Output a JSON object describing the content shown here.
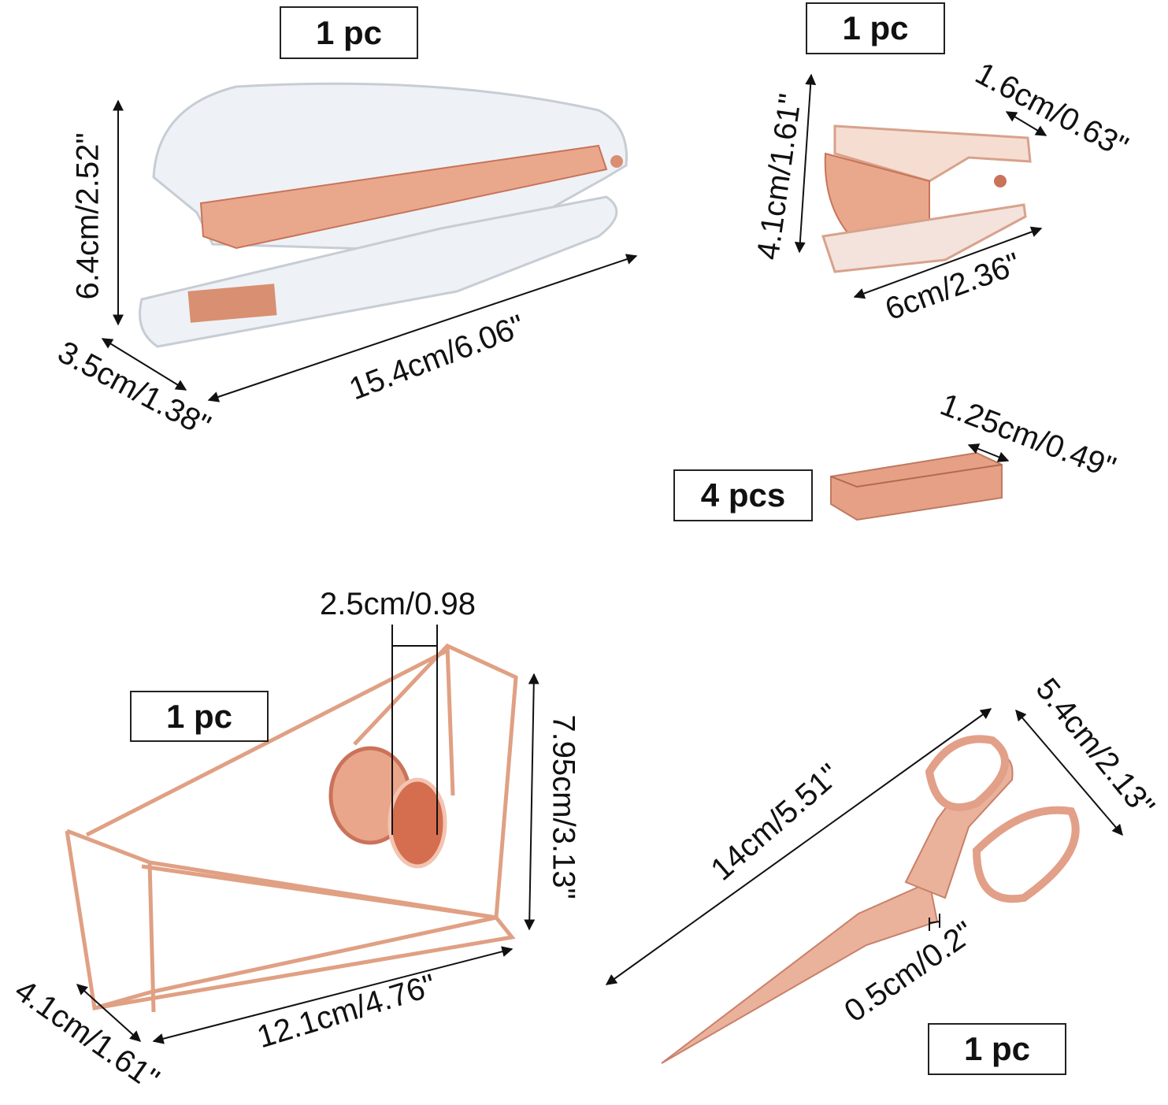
{
  "colors": {
    "rose_gold": "#e9a88c",
    "rose_dark": "#c9735a",
    "clear": "#e6ebf0",
    "line": "#111111"
  },
  "stapler": {
    "quantity": "1 pc",
    "height": "6.4cm/2.52\"",
    "width": "3.5cm/1.38\"",
    "length": "15.4cm/6.06\""
  },
  "remover": {
    "quantity": "1 pc",
    "height": "4.1cm/1.61\"",
    "width": "1.6cm/0.63\"",
    "length": "6cm/2.36\""
  },
  "staples": {
    "quantity": "4 pcs",
    "width": "1.25cm/0.49\""
  },
  "tape_dispenser": {
    "quantity": "1 pc",
    "slot": "2.5cm/0.98",
    "height": "7.95cm/3.13\"",
    "width": "4.1cm/1.61\"",
    "length": "12.1cm/4.76\""
  },
  "scissors": {
    "quantity": "1 pc",
    "length": "14cm/5.51\"",
    "width": "5.4cm/2.13\"",
    "thickness": "0.5cm/0.2\""
  }
}
